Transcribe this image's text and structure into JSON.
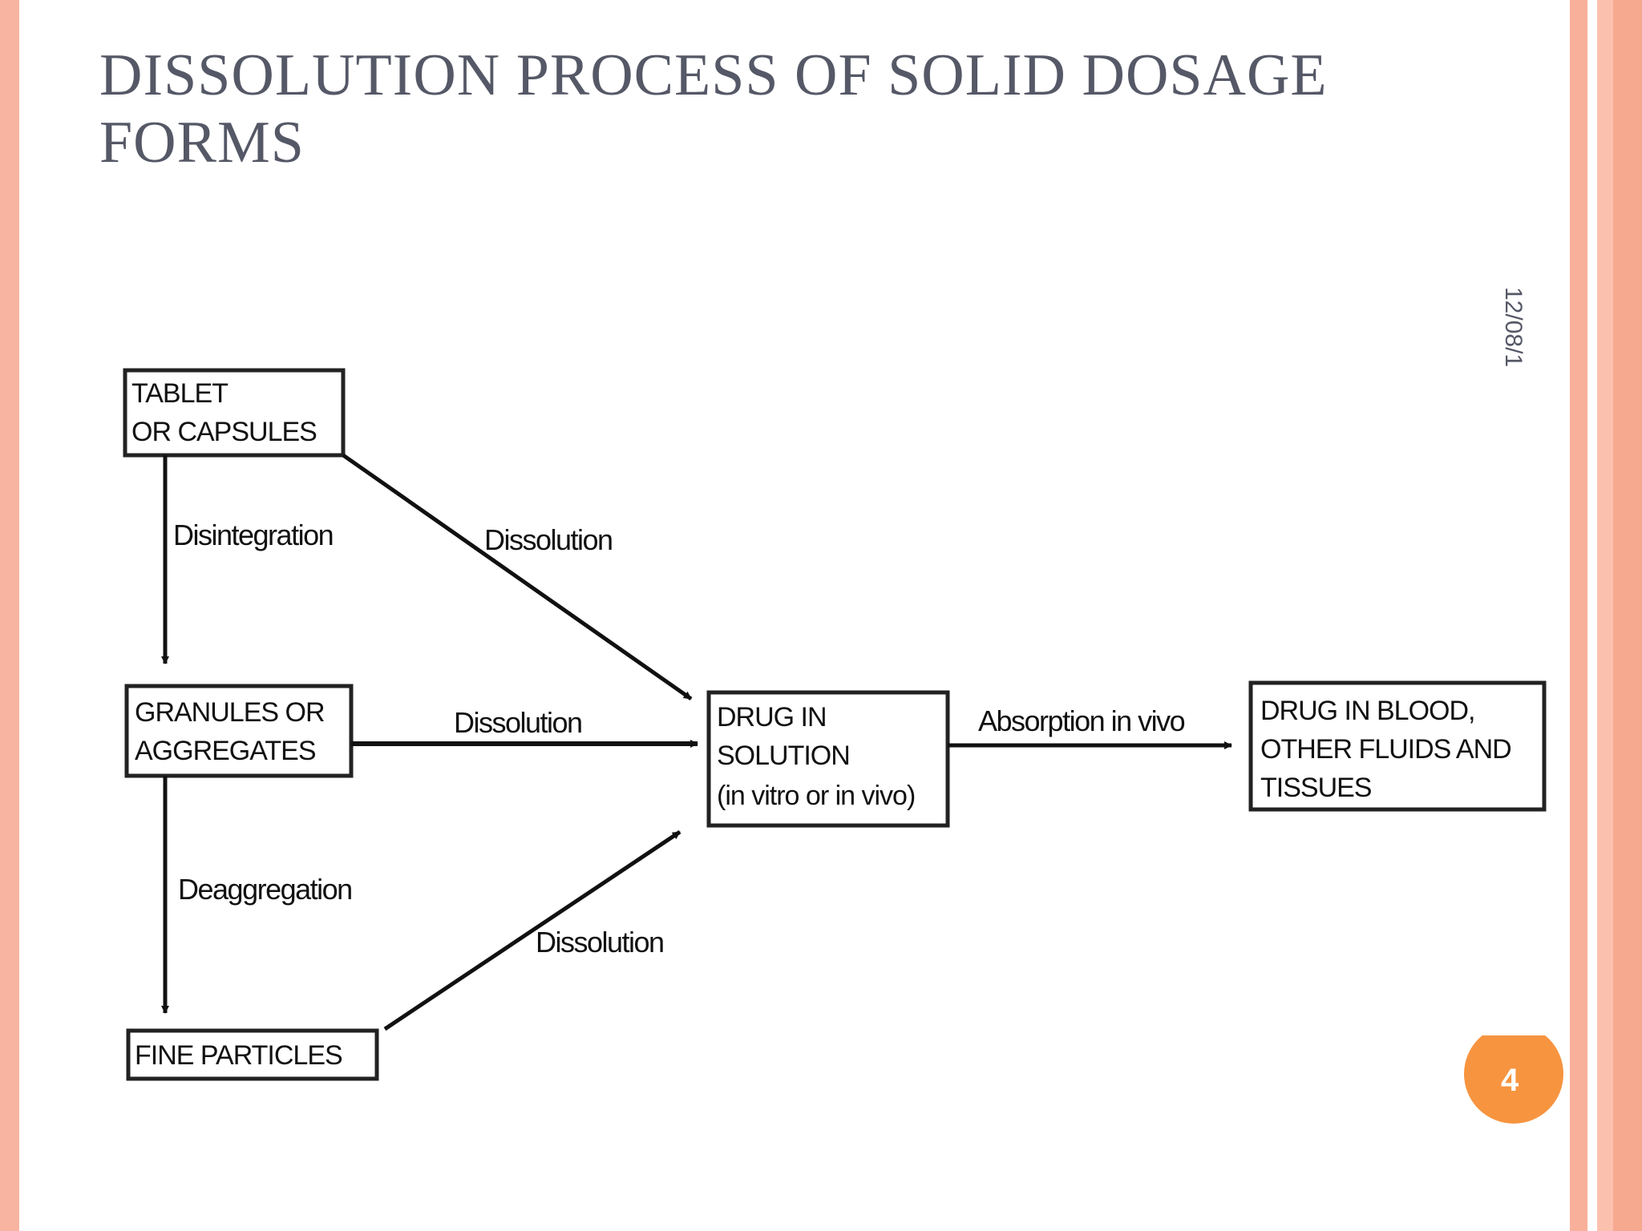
{
  "title": "DISSOLUTION PROCESS OF SOLID DOSAGE FORMS",
  "side_date": "12/08/1",
  "page_number": "4",
  "colors": {
    "accent": "#f7943f",
    "border": "#f8b4a0",
    "title": "#555866"
  },
  "diagram": {
    "nodes": {
      "tablet": [
        "TABLET",
        "OR CAPSULES"
      ],
      "granules": [
        "GRANULES OR",
        "AGGREGATES"
      ],
      "fine": [
        "FINE PARTICLES"
      ],
      "drug_solution": [
        "DRUG IN",
        "SOLUTION",
        "(in vitro or in vivo)"
      ],
      "drug_blood": [
        "DRUG IN BLOOD,",
        "OTHER FLUIDS AND",
        "TISSUES"
      ]
    },
    "edges": {
      "disintegration": "Disintegration",
      "deaggregation": "Deaggregation",
      "dissolution_tablet": "Dissolution",
      "dissolution_granules": "Dissolution",
      "dissolution_fine": "Dissolution",
      "absorption": "Absorption in vivo"
    }
  }
}
